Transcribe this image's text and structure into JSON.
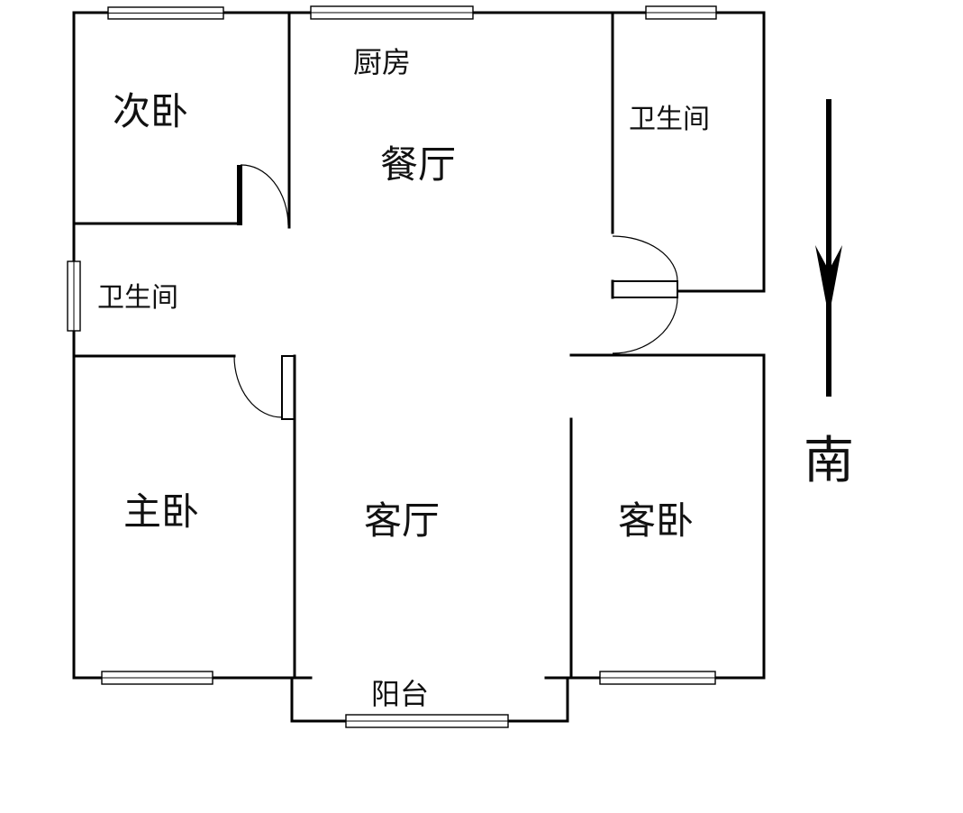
{
  "rooms": {
    "secondary_bedroom": "次卧",
    "kitchen": "厨房",
    "dining_room": "餐厅",
    "bathroom_north": "卫生间",
    "bathroom_west": "卫生间",
    "master_bedroom": "主卧",
    "living_room": "客厅",
    "guest_bedroom": "客卧",
    "balcony": "阳台"
  },
  "compass": {
    "direction_label": "南",
    "arrow_direction": "down"
  }
}
